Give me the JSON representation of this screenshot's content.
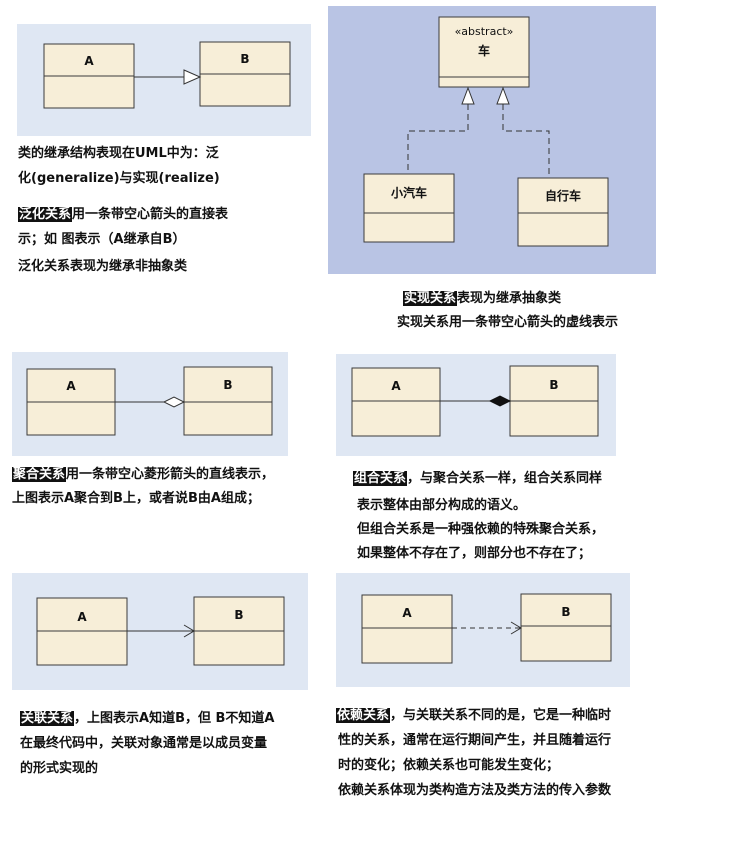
{
  "labels": {
    "a": "A",
    "b": "B",
    "abstract_stereotype": "«abstract»",
    "car": "车",
    "small_car": "小汽车",
    "bicycle": "自行车"
  },
  "generalize": {
    "intro_line1": "类的继承结构表现在UML中为：泛",
    "intro_line2": "化(generalize)与实现(realize)",
    "tag": "泛化关系",
    "desc1_rest": "用一条带空心箭头的直接表",
    "desc2": "示；如    图表示（A继承自B）",
    "desc3": "泛化关系表现为继承非抽象类"
  },
  "realize": {
    "tag": "实现关系",
    "desc1_rest": "表现为继承抽象类",
    "desc2": "实现关系用一条带空心箭头的虚线表示"
  },
  "aggregation": {
    "tag": "聚合关系",
    "desc1_rest": "用一条带空心菱形箭头的直线表示，",
    "desc2": "上图表示A聚合到B上，或者说B由A组成；"
  },
  "composition": {
    "tag": "组合关系",
    "desc1_rest": "，与聚合关系一样，组合关系同样",
    "desc2": "表示整体由部分构成的语义。",
    "desc3": "但组合关系是一种强依赖的特殊聚合关系，",
    "desc4": "如果整体不存在了，则部分也不存在了；"
  },
  "association": {
    "tag": "关联关系",
    "desc1_rest": "，上图表示A知道B，但 B不知道A",
    "desc2": "在最终代码中，关联对象通常是以成员变量",
    "desc3": "的形式实现的"
  },
  "dependency": {
    "tag": "依赖关系",
    "desc1_rest": "，与关联关系不同的是，它是一种临时",
    "desc2": "性的关系，通常在运行期间产生，并且随着运行",
    "desc3": "时的变化；依赖关系也可能发生变化；",
    "desc4": "依赖关系体现为类构造方法及类方法的传入参数"
  }
}
